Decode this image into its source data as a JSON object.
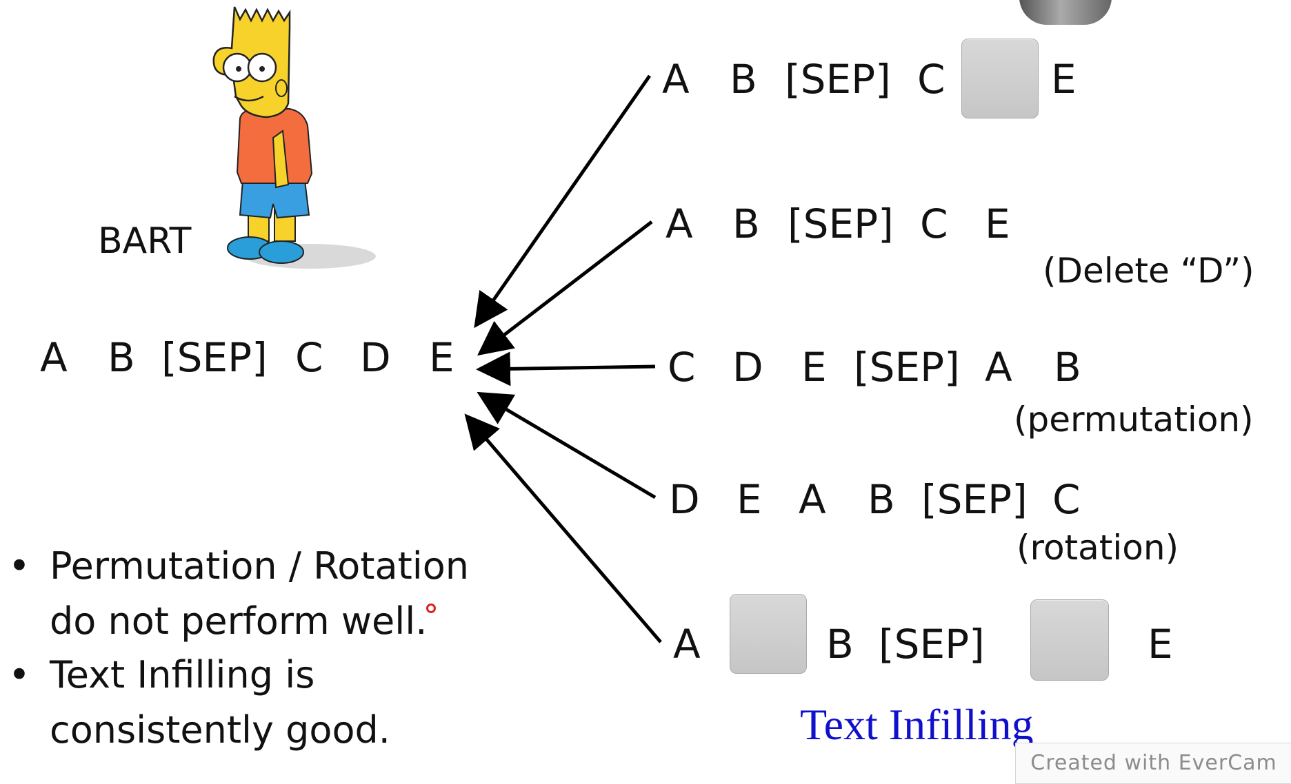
{
  "model_label": "BART",
  "source_sequence": [
    "A",
    "B",
    "[SEP]",
    "C",
    "D",
    "E"
  ],
  "corrupted_rows": [
    {
      "tokens": [
        "A",
        "B",
        "[SEP]",
        "C",
        "[MASK]",
        "E"
      ],
      "annotation": ""
    },
    {
      "tokens": [
        "A",
        "B",
        "[SEP]",
        "C",
        "E"
      ],
      "annotation": "(Delete “D”)"
    },
    {
      "tokens": [
        "C",
        "D",
        "E",
        "[SEP]",
        "A",
        "B"
      ],
      "annotation": "(permutation)"
    },
    {
      "tokens": [
        "D",
        "E",
        "A",
        "B",
        "[SEP]",
        "C"
      ],
      "annotation": "(rotation)"
    },
    {
      "tokens": [
        "A",
        "[MASK]",
        "B",
        "[SEP]",
        "[MASK]",
        "E"
      ],
      "annotation": ""
    }
  ],
  "bullets": [
    "Permutation / Rotation",
    "do not perform well.",
    "Text Infilling  is",
    "consistently good."
  ],
  "caption": "Text Infilling",
  "watermark": "Created with EverCam",
  "colors": {
    "caption": "#1010cc",
    "text": "#111111",
    "mask_box": "#cccccc",
    "arrow": "#000000"
  },
  "icons": [
    "bart-simpson-character-image",
    "mask-box-icon",
    "arrow-icon"
  ]
}
